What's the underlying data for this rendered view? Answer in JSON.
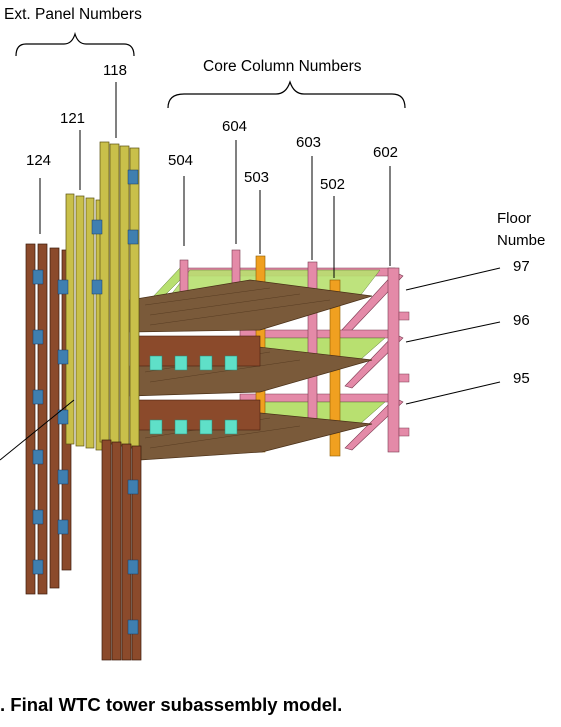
{
  "labels": {
    "ext_panel_heading": "Ext. Panel Numbers",
    "core_column_heading": "Core Column Numbers",
    "floor_heading_line1": "Floor",
    "floor_heading_line2": "Numbe"
  },
  "ext_panels": [
    "124",
    "121",
    "118"
  ],
  "core_columns": [
    "504",
    "604",
    "503",
    "603",
    "502",
    "602"
  ],
  "floors": [
    "97",
    "96",
    "95"
  ],
  "caption": ".  Final WTC tower subassembly model.",
  "colors": {
    "ext_panel_brown": "#8b4a2b",
    "ext_panel_yellow": "#c9c04a",
    "spandrel_blue": "#3f7fb0",
    "core_pink": "#e48aa8",
    "core_orange": "#f0a020",
    "floor_slab": "#7a5a3a",
    "beam_green": "#b8e070",
    "cyan_panel": "#5fe0c8"
  }
}
